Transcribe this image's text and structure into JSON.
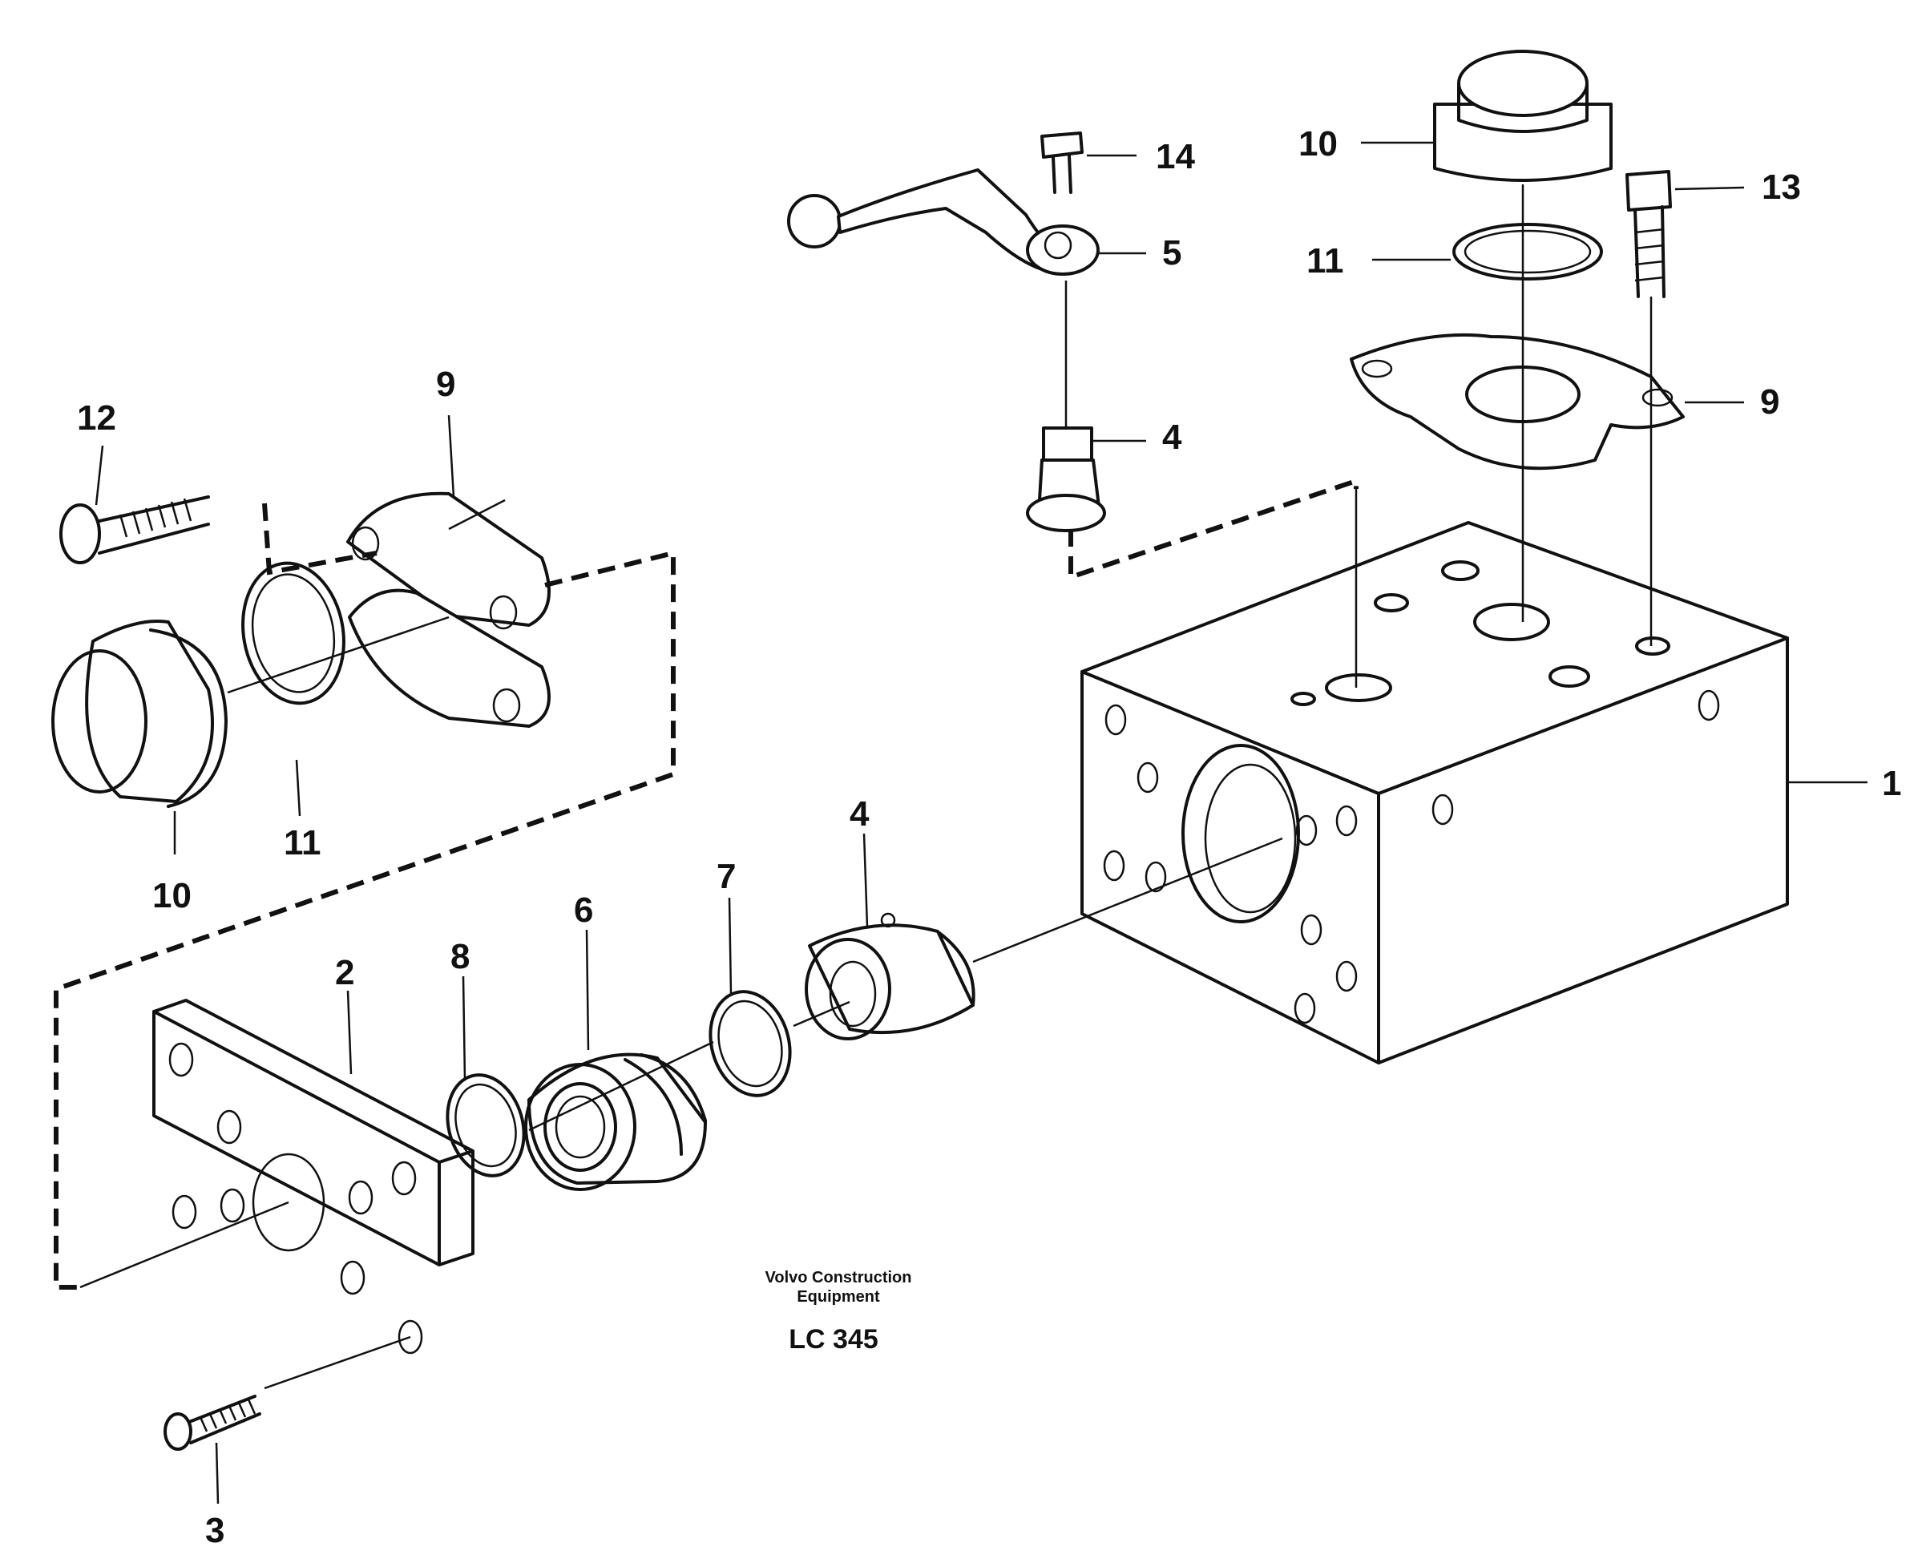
{
  "caption": {
    "line1": "Volvo Construction",
    "line2": "Equipment",
    "code": "LC 345"
  },
  "callouts": {
    "c1": "1",
    "c2": "2",
    "c3": "3",
    "c4_top": "4",
    "c4_mid": "4",
    "c5": "5",
    "c6": "6",
    "c7": "7",
    "c8": "8",
    "c9_left": "9",
    "c9_right": "9",
    "c10_left": "10",
    "c10_right": "10",
    "c11_left": "11",
    "c11_right": "11",
    "c12": "12",
    "c13": "13",
    "c14": "14"
  }
}
